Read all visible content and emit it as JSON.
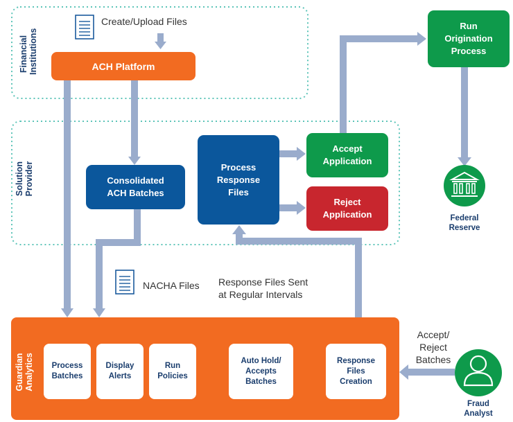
{
  "regions": {
    "financial": "Financial\nInstitutions",
    "solution": "Solution\nProvider",
    "guardian": "Guardian\nAnalytics"
  },
  "labels": {
    "create_upload": "Create/Upload Files",
    "nacha": "NACHA Files",
    "response_sent": "Response Files Sent\nat Regular Intervals",
    "accept_reject": "Accept/\nReject\nBatches"
  },
  "nodes": {
    "ach_platform": "ACH Platform",
    "consolidated": "Consolidated\nACH Batches",
    "process_response": "Process\nResponse\nFiles",
    "accept_app": "Accept\nApplication",
    "reject_app": "Reject\nApplication",
    "run_origination": "Run\nOrigination\nProcess",
    "federal_reserve": "Federal\nReserve",
    "fraud_analyst": "Fraud\nAnalyst",
    "process_batches": "Process\nBatches",
    "display_alerts": "Display\nAlerts",
    "run_policies": "Run\nPolicies",
    "auto_hold": "Auto Hold/\nAccepts\nBatches",
    "response_files_creation": "Response\nFiles\nCreation"
  },
  "icons": [
    "document-icon",
    "bank-icon",
    "person-icon"
  ],
  "colors": {
    "orange": "#f26b21",
    "blue": "#0b579c",
    "green": "#0e9a4b",
    "red": "#c8262e",
    "connector": "#9aaccc",
    "dotted": "#5cc4b8"
  }
}
